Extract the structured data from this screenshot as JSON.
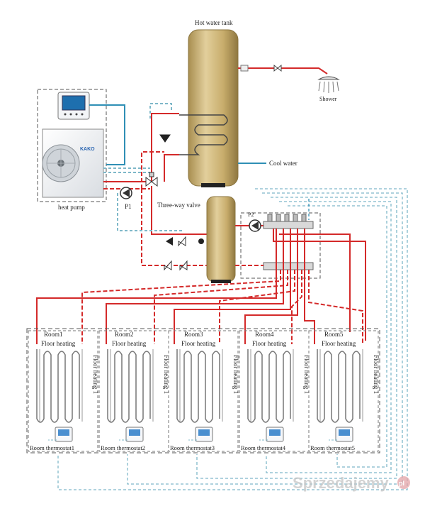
{
  "labels": {
    "hot_water_tank": "Hot water tank",
    "shower": "Shower",
    "cool_water": "Cool water",
    "heat_pump": "heat pump",
    "pump1": "P1",
    "pump2": "P2",
    "three_way_valve": "Three-way valve",
    "floor_heating_vertical": "Floor heating 1",
    "heat_pump_brand": "KAKO"
  },
  "rooms": [
    {
      "name": "Room1",
      "heating": "Floor heating",
      "thermostat": "Room thermostat1"
    },
    {
      "name": "Room2",
      "heating": "Floor heating",
      "thermostat": "Room thermostat2"
    },
    {
      "name": "Room3",
      "heating": "Floor heating",
      "thermostat": "Room thermostat3"
    },
    {
      "name": "Room4",
      "heating": "Floor heating",
      "thermostat": "Room thermostat4"
    },
    {
      "name": "Room5",
      "heating": "Floor heating",
      "thermostat": "Room thermostat5"
    }
  ],
  "watermark": {
    "text": "Sprzedajemy",
    "suffix": "pl"
  },
  "colors": {
    "hot_pipe": "#d42a2a",
    "cold_pipe": "#2f8fb5",
    "control_line": "#7fb8c9",
    "tank_gold": "#c8b27a",
    "dashed_box": "#555555"
  }
}
